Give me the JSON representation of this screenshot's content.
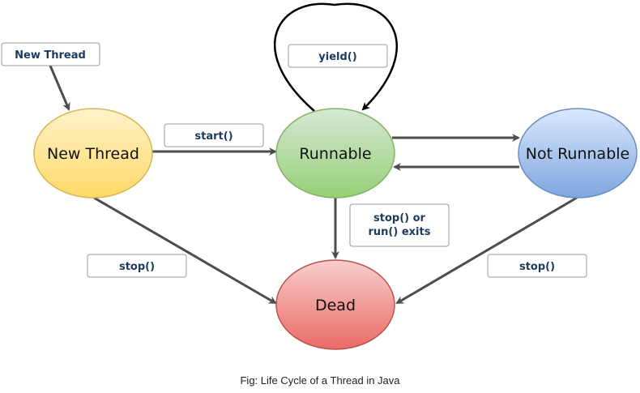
{
  "states": {
    "new_thread": "New Thread",
    "runnable": "Runnable",
    "not_runnable": "Not Runnable",
    "dead": "Dead"
  },
  "transitions": {
    "entry": "New Thread",
    "start": "start()",
    "yield": "yield()",
    "stop_or_exit_line1": "stop() or",
    "stop_or_exit_line2": "run() exits",
    "stop_from_new": "stop()",
    "stop_from_not_runnable": "stop()"
  },
  "caption": "Fig: Life Cycle of a Thread in Java",
  "colors": {
    "new_thread": "#ffd966",
    "runnable": "#97d077",
    "not_runnable": "#7ea6e0",
    "dead": "#ea6b66",
    "arrow": "#4d4d4d",
    "label_text": "#1b3a5c"
  }
}
